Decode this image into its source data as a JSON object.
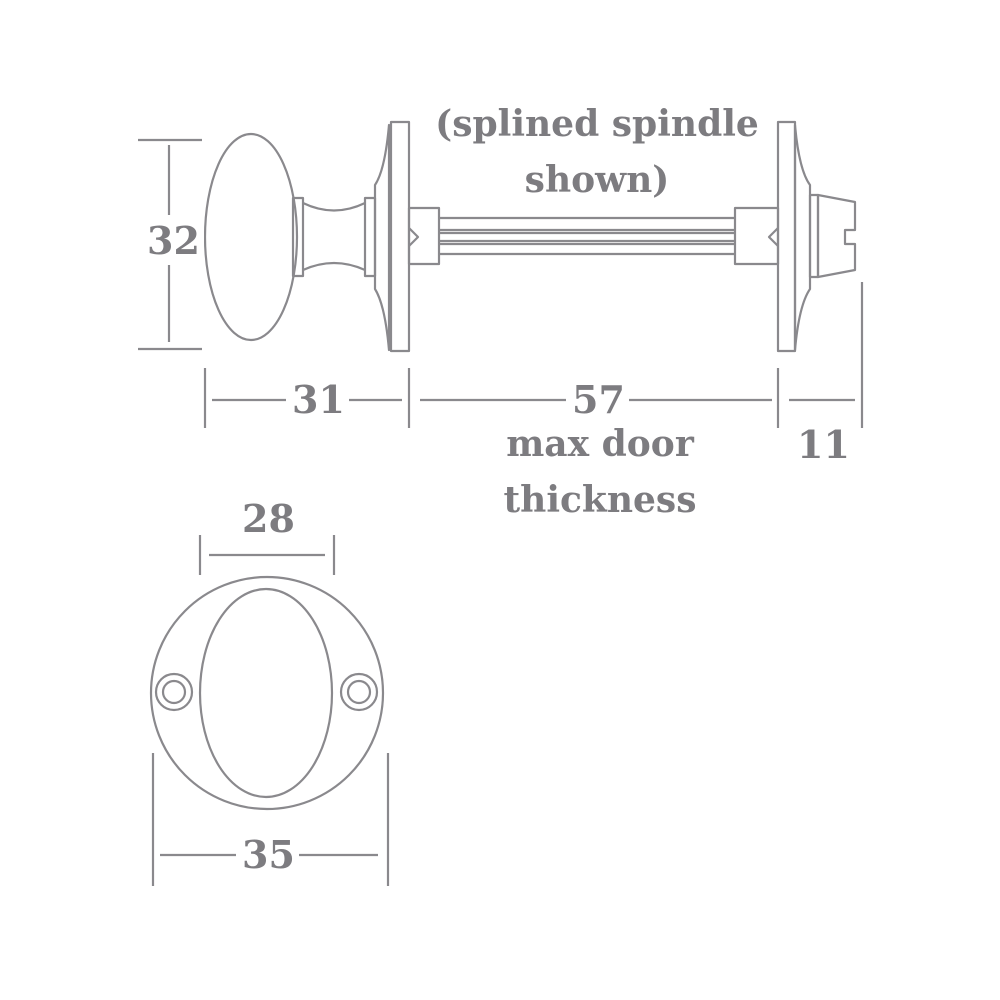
{
  "diagram": {
    "title": "Oval mortice door knob dimensions",
    "line_color": "#8a898d",
    "text_color": "#7d7c80",
    "unit": "mm",
    "side_view": {
      "label_knob_height": "32",
      "label_knob_projection": "31",
      "label_door_thickness": "57",
      "label_door_thickness_note_line1": "max door",
      "label_door_thickness_note_line2": "thickness",
      "label_back_projection": "11",
      "label_spindle_note_line1": "(splined spindle",
      "label_spindle_note_line2": "shown)"
    },
    "front_view": {
      "label_knob_width": "28",
      "label_rose_diameter": "35"
    }
  }
}
